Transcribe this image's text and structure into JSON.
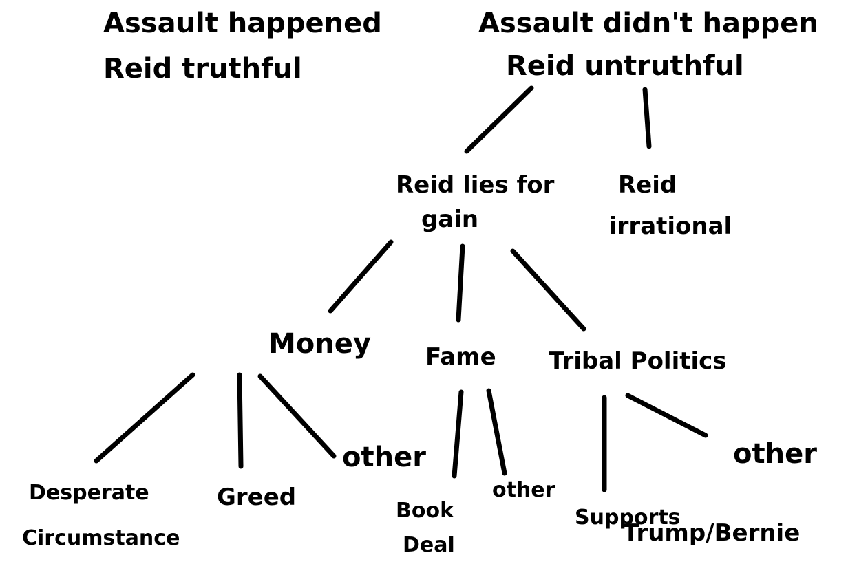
{
  "nodes": {
    "happened": {
      "line1": "Assault happened",
      "line2": "Reid truthful"
    },
    "not_happened": {
      "line1": "Assault didn't happen",
      "line2": "Reid untruthful"
    },
    "lies_for_gain": {
      "line1": "Reid lies for",
      "line2": "gain"
    },
    "irrational": {
      "line1": "Reid",
      "line2": "irrational"
    },
    "money": {
      "label": "Money"
    },
    "fame": {
      "label": "Fame"
    },
    "tribal": {
      "label": "Tribal Politics"
    },
    "money_other": {
      "label": "other"
    },
    "desperate": {
      "line1": "Desperate",
      "line2": "Circumstance"
    },
    "greed": {
      "label": "Greed"
    },
    "book_deal": {
      "line1": "Book",
      "line2": "Deal"
    },
    "fame_other": {
      "label": "other"
    },
    "supports": {
      "line1": "Supports",
      "line2": "Trump/Bernie"
    },
    "tribal_other": {
      "label": "other"
    }
  }
}
